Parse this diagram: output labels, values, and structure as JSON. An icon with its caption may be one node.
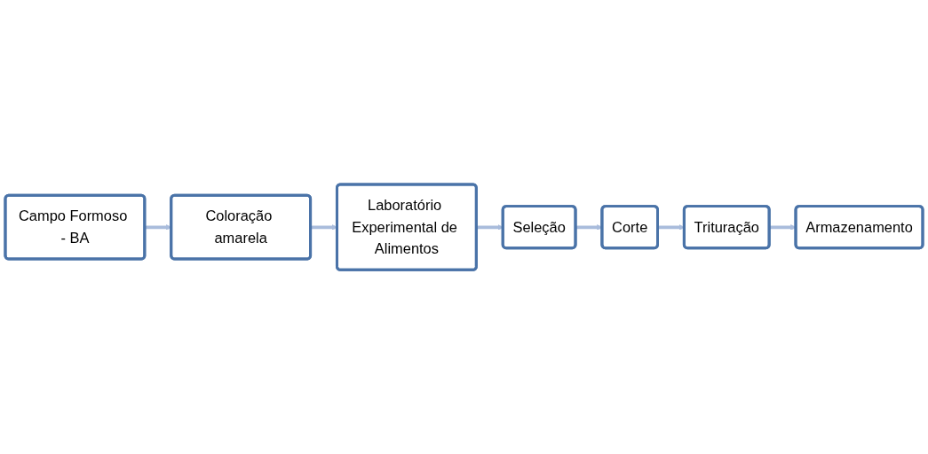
{
  "diagram": {
    "nodes": [
      {
        "text": [
          "Campo Formoso - BA"
        ]
      },
      {
        "text": [
          "Coloração amarela"
        ]
      },
      {
        "text": [
          "Laboratório Experimental de Alimentos"
        ]
      },
      {
        "text": [
          "Seleção"
        ]
      },
      {
        "text": [
          "Corte"
        ]
      },
      {
        "text": [
          "Trituração"
        ]
      },
      {
        "text": [
          "Armazenamento"
        ]
      }
    ],
    "edges": [
      {
        "from": 0,
        "to": 1,
        "arrow": "to"
      },
      {
        "from": 1,
        "to": 2,
        "arrow": "to"
      },
      {
        "from": 2,
        "to": 3,
        "arrow": "to"
      },
      {
        "from": 3,
        "to": 4,
        "arrow": "to"
      },
      {
        "from": 4,
        "to": 5,
        "arrow": "to"
      },
      {
        "from": 5,
        "to": 6,
        "arrow": "to"
      }
    ]
  }
}
